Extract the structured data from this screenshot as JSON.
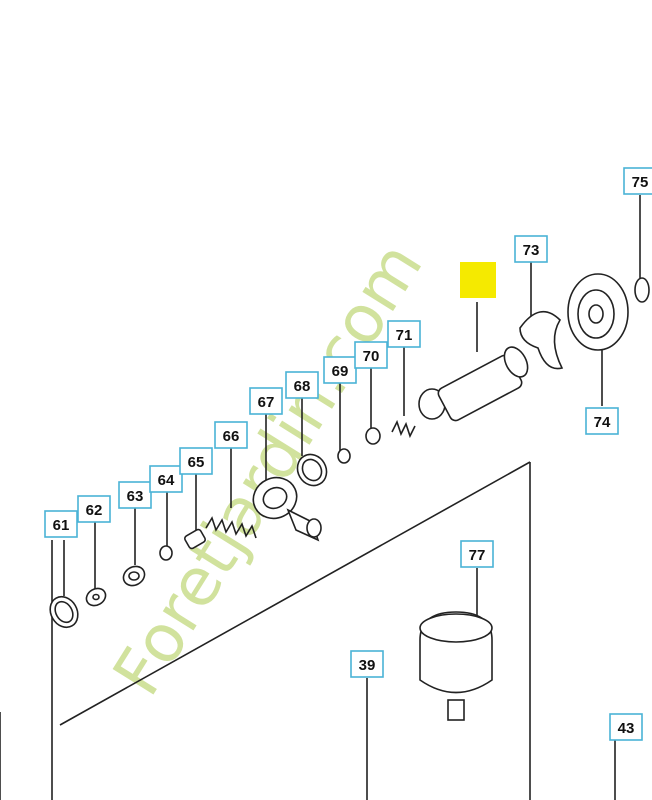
{
  "watermark": {
    "text": "Foretjardin.com",
    "brand_green": "#c9dd8d",
    "brand_tan": "#cdbfa8"
  },
  "highlight_color": "#f5ea00",
  "label_border_color": "#4ab3d6",
  "callouts": [
    "61",
    "62",
    "63",
    "64",
    "65",
    "66",
    "67",
    "68",
    "69",
    "70",
    "71",
    "73",
    "74",
    "75",
    "77",
    "39",
    "43"
  ]
}
